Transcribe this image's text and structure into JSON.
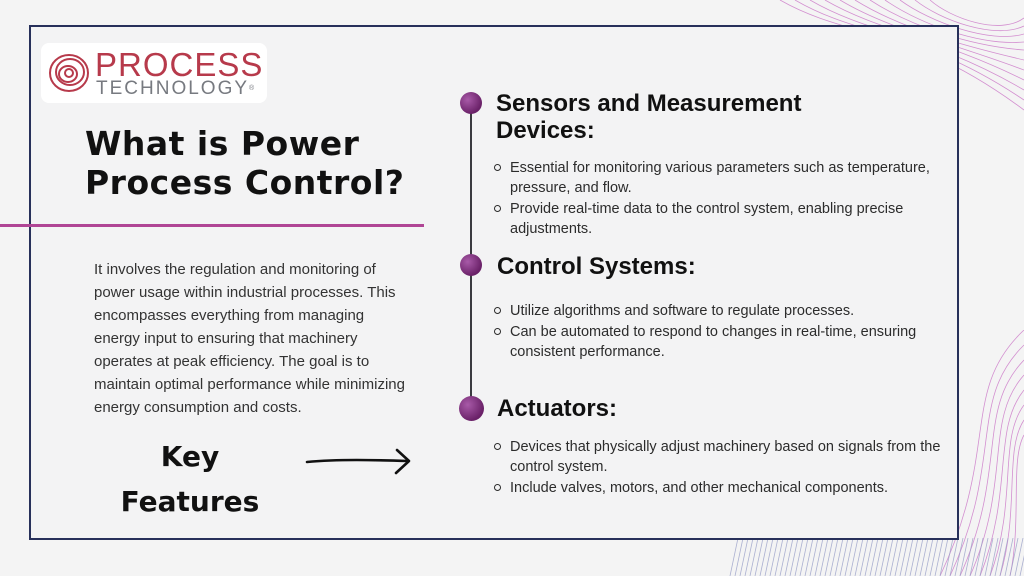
{
  "logo": {
    "word1": "PROCESS",
    "word2": "TECHNOLOGY",
    "reg": "®"
  },
  "title": "What is Power Process Control?",
  "intro": "It involves the regulation and monitoring of power usage within industrial processes. This encompasses everything from managing energy input to ensuring that machinery operates at peak efficiency. The goal is to maintain optimal performance while minimizing energy consumption and costs.",
  "key_features": {
    "line1": "Key",
    "line2": "Features"
  },
  "sections": [
    {
      "title": "Sensors and Measurement Devices:",
      "bullets": [
        "Essential for monitoring various parameters such as temperature, pressure, and flow.",
        "Provide real-time data to the control system, enabling precise adjustments."
      ]
    },
    {
      "title": "Control Systems:",
      "bullets": [
        "Utilize algorithms and software to regulate processes.",
        "Can be automated to respond to changes in real-time, ensuring consistent performance."
      ]
    },
    {
      "title": "Actuators:",
      "bullets": [
        "Devices that physically adjust machinery based on signals from the control system.",
        "Include valves, motors, and other mechanical components."
      ]
    }
  ],
  "colors": {
    "accent": "#b04595",
    "frame": "#27305a",
    "logo_red": "#b73a4b"
  },
  "icons": {
    "logo_mark": "concentric-rings-icon",
    "arrow": "arrow-right-icon",
    "bullet": "hollow-circle-bullet-icon",
    "timeline_dot": "purple-dot-icon"
  }
}
